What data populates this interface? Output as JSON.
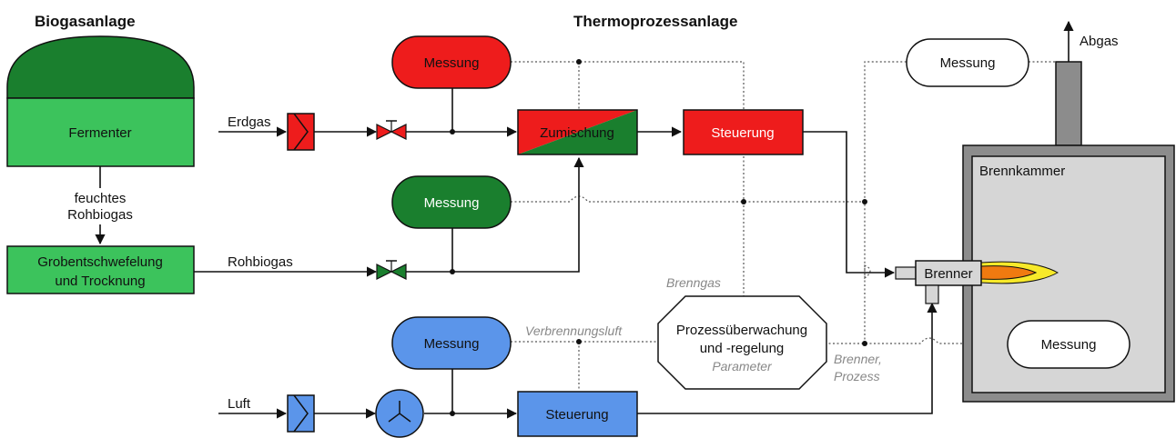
{
  "titles": {
    "biogas": "Biogasanlage",
    "thermo": "Thermoprozessanlage"
  },
  "biogas": {
    "fermenter": "Fermenter",
    "raw_label_1": "feuchtes",
    "raw_label_2": "Rohbiogas",
    "desulf_1": "Grobentschwefelung",
    "desulf_2": "und Trocknung"
  },
  "flows": {
    "erdgas": "Erdgas",
    "rohbiogas": "Rohbiogas",
    "luft": "Luft",
    "abgas": "Abgas"
  },
  "boxes": {
    "measure": "Messung",
    "mixing": "Zumischung",
    "control": "Steuerung",
    "burner": "Brenner",
    "chamber": "Brennkammer",
    "process_1": "Prozessüberwachung",
    "process_2": "und -regelung",
    "process_3": "Parameter"
  },
  "signals": {
    "brenngas": "Brenngas",
    "verbrennungsluft": "Verbrennungsluft",
    "brenner_prozess_1": "Brenner,",
    "brenner_prozess_2": "Prozess"
  },
  "colors": {
    "red": "#ee1c1c",
    "dark_green": "#1a7f2e",
    "light_green": "#3cc35c",
    "blue": "#5b95ea",
    "gray": "#8c8c8c",
    "flame_orange": "#f07a10",
    "flame_yellow": "#f7e92a"
  }
}
